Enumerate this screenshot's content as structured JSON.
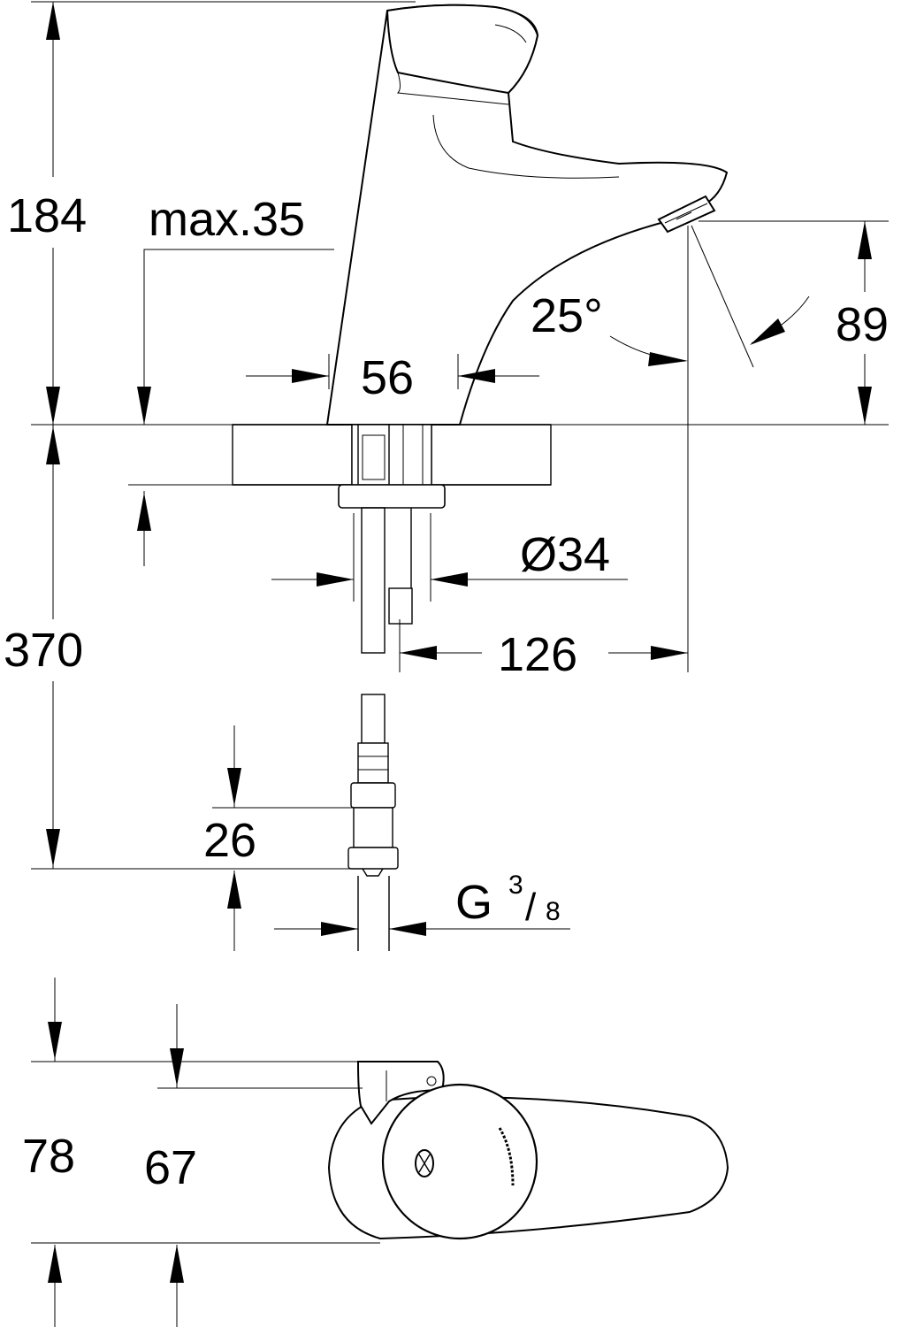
{
  "drawing": {
    "dimensions": {
      "height_total": "184",
      "projection_max": "max.35",
      "spout_height": "89",
      "spout_angle": "25°",
      "base_width": "56",
      "tail_diameter": "Ø34",
      "reach": "126",
      "below_deck": "370",
      "connector_length": "26",
      "thread_prefix": "G",
      "thread_num": "3",
      "thread_den": "8",
      "top_depth_outer": "78",
      "top_depth_inner": "67"
    },
    "icons": {
      "brand_logo": "brand-logo-icon",
      "button_label": "start-stop-label-icon"
    },
    "colors": {
      "line": "#000000",
      "background": "#ffffff"
    }
  }
}
